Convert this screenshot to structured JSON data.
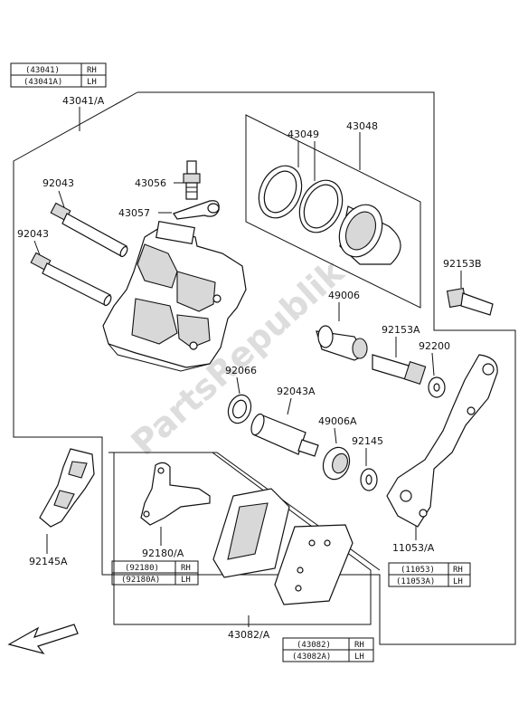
{
  "watermark": "PartsRepublik",
  "tables": {
    "caliper": {
      "rows": [
        {
          "code": "(43041)",
          "side": "RH"
        },
        {
          "code": "(43041A)",
          "side": "LH"
        }
      ]
    },
    "pad_spring": {
      "rows": [
        {
          "code": "(92180)",
          "side": "RH"
        },
        {
          "code": "(92180A)",
          "side": "LH"
        }
      ]
    },
    "bracket": {
      "rows": [
        {
          "code": "(11053)",
          "side": "RH"
        },
        {
          "code": "(11053A)",
          "side": "LH"
        }
      ]
    },
    "pads": {
      "rows": [
        {
          "code": "(43082)",
          "side": "RH"
        },
        {
          "code": "(43082A)",
          "side": "LH"
        }
      ]
    }
  },
  "labels": {
    "caliper_assy": "43041/A",
    "piston_seal_set": "43048",
    "seals": "43049",
    "bleeder": "43056",
    "bleeder_cap": "43057",
    "pin_upper": "92043",
    "pin_lower": "92043",
    "bolt": "92153B",
    "boot": "49006",
    "bolt_a": "92153A",
    "washer_a": "92200",
    "seal_92066": "92066",
    "pin_a": "92043A",
    "boot_a": "49006A",
    "washer_92145": "92145",
    "clip": "92145A",
    "spring": "92180/A",
    "bracket": "11053/A",
    "pads": "43082/A"
  }
}
